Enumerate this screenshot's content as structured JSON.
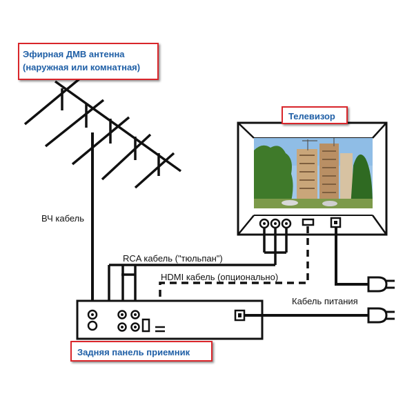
{
  "labels": {
    "antenna_title_line1": "Эфирная ДМВ антенна",
    "antenna_title_line2": "(наружная или комнатная)",
    "tv_title": "Телевизор",
    "rf_cable": "ВЧ кабель",
    "rca_cable": "RCA кабель (\"тюльпан\")",
    "hdmi_cable": "HDMI кабель (опционально)",
    "power_cable": "Кабель питания",
    "receiver_title": "Задняя панель приемник"
  },
  "colors": {
    "callout_border": "#d9252a",
    "callout_text": "#1f5fa6",
    "line": "#111111"
  },
  "icons": {
    "antenna": "antenna-icon",
    "tv": "tv-icon",
    "plug": "power-plug-icon",
    "tv_picture": "city-photo"
  }
}
